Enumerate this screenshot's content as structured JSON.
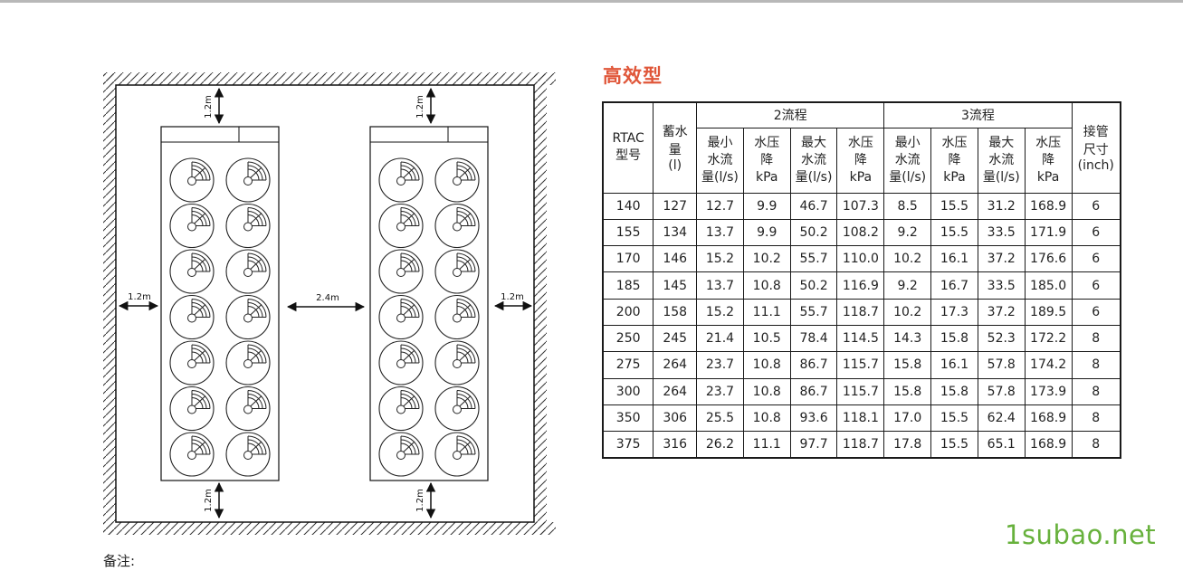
{
  "diagram": {
    "clearances": {
      "top_left": "1.2m",
      "top_right": "1.2m",
      "left": "1.2m",
      "middle": "2.4m",
      "right": "1.2m",
      "bottom_left": "1.2m",
      "bottom_right": "1.2m"
    },
    "units": 2,
    "tank_rows": 7,
    "tank_cols": 2
  },
  "title": "高效型",
  "table": {
    "header": {
      "model": "RTAC 型号",
      "storage": "蓄水 量 (l)",
      "pass2": "2流程",
      "pass3": "3流程",
      "pipe": "接管 尺寸 (inch)",
      "sub": [
        "最小 水流 量(l/s)",
        "水压 降 kPa",
        "最大 水流 量(l/s)",
        "水压 降 kPa",
        "最小 水流 量(l/s)",
        "水压 降 kPa",
        "最大 水流 量(l/s)",
        "水压 降 kPa"
      ]
    },
    "rows": [
      [
        "140",
        "127",
        "12.7",
        "9.9",
        "46.7",
        "107.3",
        "8.5",
        "15.5",
        "31.2",
        "168.9",
        "6"
      ],
      [
        "155",
        "134",
        "13.7",
        "9.9",
        "50.2",
        "108.2",
        "9.2",
        "15.5",
        "33.5",
        "171.9",
        "6"
      ],
      [
        "170",
        "146",
        "15.2",
        "10.2",
        "55.7",
        "110.0",
        "10.2",
        "16.1",
        "37.2",
        "176.6",
        "6"
      ],
      [
        "185",
        "145",
        "13.7",
        "10.8",
        "50.2",
        "116.9",
        "9.2",
        "16.7",
        "33.5",
        "185.0",
        "6"
      ],
      [
        "200",
        "158",
        "15.2",
        "11.1",
        "55.7",
        "118.7",
        "10.2",
        "17.3",
        "37.2",
        "189.5",
        "6"
      ],
      [
        "250",
        "245",
        "21.4",
        "10.5",
        "78.4",
        "114.5",
        "14.3",
        "15.8",
        "52.3",
        "172.2",
        "8"
      ],
      [
        "275",
        "264",
        "23.7",
        "10.8",
        "86.7",
        "115.7",
        "15.8",
        "16.1",
        "57.8",
        "174.2",
        "8"
      ],
      [
        "300",
        "264",
        "23.7",
        "10.8",
        "86.7",
        "115.7",
        "15.8",
        "15.8",
        "57.8",
        "173.9",
        "8"
      ],
      [
        "350",
        "306",
        "25.5",
        "10.8",
        "93.6",
        "118.1",
        "17.0",
        "15.5",
        "62.4",
        "168.9",
        "8"
      ],
      [
        "375",
        "316",
        "26.2",
        "11.1",
        "97.7",
        "118.7",
        "17.8",
        "15.5",
        "65.1",
        "168.9",
        "8"
      ]
    ]
  },
  "note": "备注:",
  "watermark": "1subao.net",
  "colors": {
    "title": "#e0573a",
    "watermark": "#67b13c",
    "line": "#1a1a1a"
  }
}
